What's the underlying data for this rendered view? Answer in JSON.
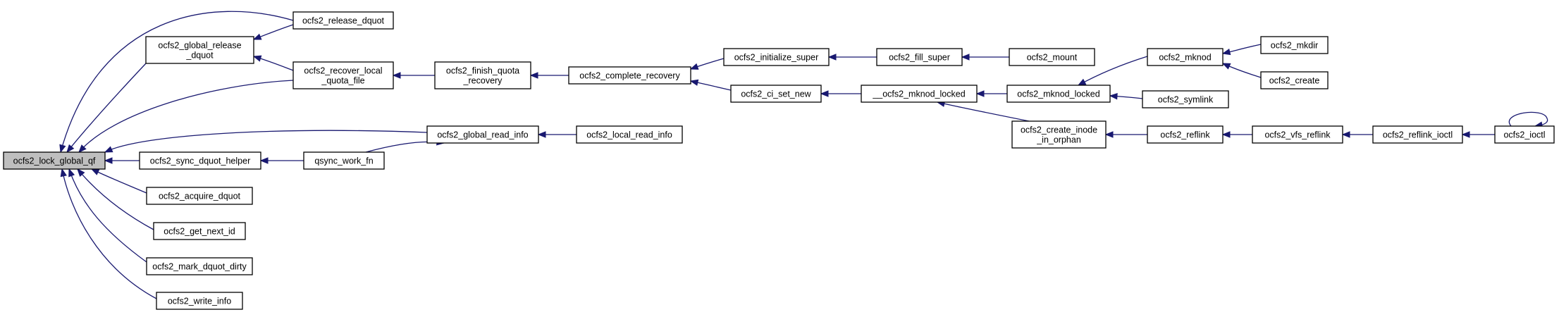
{
  "colors": {
    "edge": "#191970",
    "node_fill": "#ffffff",
    "root_fill": "#bfbfbf",
    "node_stroke": "#000000"
  },
  "graph": {
    "nodes": [
      {
        "id": "n0",
        "lines": [
          "ocfs2_lock_global_qf"
        ],
        "root": true
      },
      {
        "id": "n1",
        "lines": [
          "ocfs2_global_release",
          "_dquot"
        ]
      },
      {
        "id": "n2",
        "lines": [
          "ocfs2_release_dquot"
        ]
      },
      {
        "id": "n3",
        "lines": [
          "ocfs2_recover_local",
          "_quota_file"
        ]
      },
      {
        "id": "n4",
        "lines": [
          "ocfs2_finish_quota",
          "_recovery"
        ]
      },
      {
        "id": "n5",
        "lines": [
          "ocfs2_complete_recovery"
        ]
      },
      {
        "id": "n6",
        "lines": [
          "ocfs2_initialize_super"
        ]
      },
      {
        "id": "n7",
        "lines": [
          "ocfs2_fill_super"
        ]
      },
      {
        "id": "n8",
        "lines": [
          "ocfs2_mount"
        ]
      },
      {
        "id": "n9",
        "lines": [
          "ocfs2_ci_set_new"
        ]
      },
      {
        "id": "n10",
        "lines": [
          "__ocfs2_mknod_locked"
        ]
      },
      {
        "id": "n11",
        "lines": [
          "ocfs2_mknod_locked"
        ]
      },
      {
        "id": "n12",
        "lines": [
          "ocfs2_mknod"
        ]
      },
      {
        "id": "n13",
        "lines": [
          "ocfs2_mkdir"
        ]
      },
      {
        "id": "n14",
        "lines": [
          "ocfs2_create"
        ]
      },
      {
        "id": "n15",
        "lines": [
          "ocfs2_symlink"
        ]
      },
      {
        "id": "n16",
        "lines": [
          "ocfs2_create_inode",
          "_in_orphan"
        ]
      },
      {
        "id": "n17",
        "lines": [
          "ocfs2_reflink"
        ]
      },
      {
        "id": "n18",
        "lines": [
          "ocfs2_vfs_reflink"
        ]
      },
      {
        "id": "n19",
        "lines": [
          "ocfs2_reflink_ioctl"
        ]
      },
      {
        "id": "n20",
        "lines": [
          "ocfs2_ioctl"
        ]
      },
      {
        "id": "n21",
        "lines": [
          "ocfs2_global_read_info"
        ]
      },
      {
        "id": "n22",
        "lines": [
          "ocfs2_local_read_info"
        ]
      },
      {
        "id": "n23",
        "lines": [
          "ocfs2_sync_dquot_helper"
        ]
      },
      {
        "id": "n24",
        "lines": [
          "qsync_work_fn"
        ]
      },
      {
        "id": "n25",
        "lines": [
          "ocfs2_acquire_dquot"
        ]
      },
      {
        "id": "n26",
        "lines": [
          "ocfs2_get_next_id"
        ]
      },
      {
        "id": "n27",
        "lines": [
          "ocfs2_mark_dquot_dirty"
        ]
      },
      {
        "id": "n28",
        "lines": [
          "ocfs2_write_info"
        ]
      }
    ],
    "edges": [
      {
        "from": "n2",
        "to": "n0"
      },
      {
        "from": "n1",
        "to": "n0"
      },
      {
        "from": "n3",
        "to": "n0"
      },
      {
        "from": "n21",
        "to": "n0"
      },
      {
        "from": "n23",
        "to": "n0"
      },
      {
        "from": "n25",
        "to": "n0"
      },
      {
        "from": "n26",
        "to": "n0"
      },
      {
        "from": "n27",
        "to": "n0"
      },
      {
        "from": "n28",
        "to": "n0"
      },
      {
        "from": "n2",
        "to": "n1"
      },
      {
        "from": "n3",
        "to": "n1"
      },
      {
        "from": "n4",
        "to": "n3"
      },
      {
        "from": "n5",
        "to": "n4"
      },
      {
        "from": "n6",
        "to": "n5"
      },
      {
        "from": "n9",
        "to": "n5"
      },
      {
        "from": "n7",
        "to": "n6"
      },
      {
        "from": "n8",
        "to": "n7"
      },
      {
        "from": "n10",
        "to": "n9"
      },
      {
        "from": "n11",
        "to": "n10"
      },
      {
        "from": "n16",
        "to": "n10"
      },
      {
        "from": "n12",
        "to": "n11"
      },
      {
        "from": "n15",
        "to": "n11"
      },
      {
        "from": "n13",
        "to": "n12"
      },
      {
        "from": "n14",
        "to": "n12"
      },
      {
        "from": "n17",
        "to": "n16"
      },
      {
        "from": "n18",
        "to": "n17"
      },
      {
        "from": "n19",
        "to": "n18"
      },
      {
        "from": "n20",
        "to": "n19"
      },
      {
        "from": "n20",
        "to": "n20"
      },
      {
        "from": "n22",
        "to": "n21"
      },
      {
        "from": "n24",
        "to": "n23"
      },
      {
        "from": "n24",
        "to": "n21"
      }
    ]
  }
}
